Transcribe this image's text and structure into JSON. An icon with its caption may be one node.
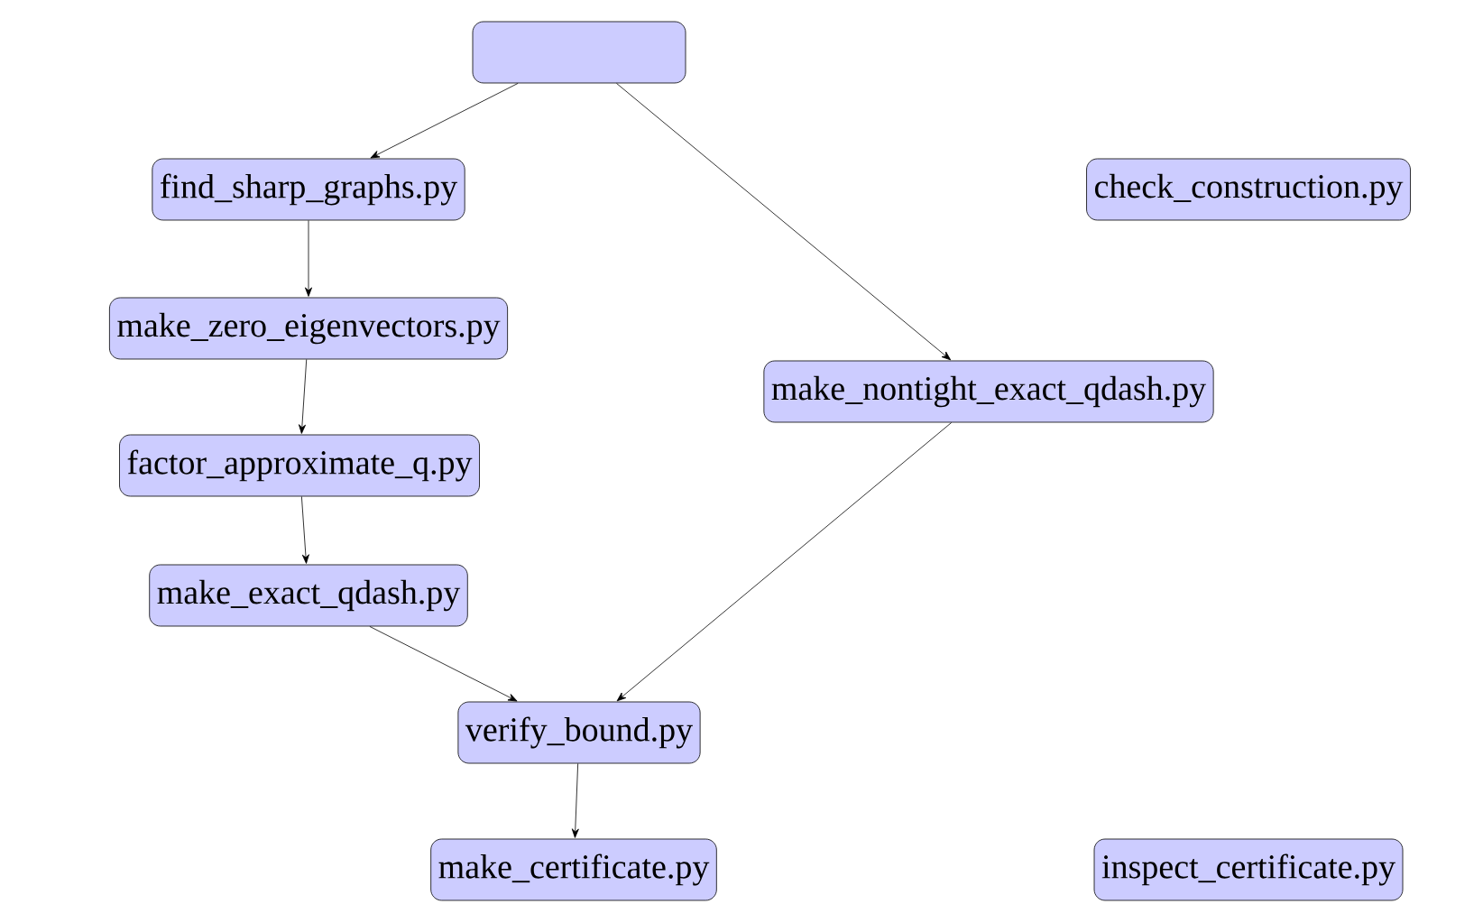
{
  "diagram": {
    "nodes": [
      {
        "text": [],
        "shape": "box"
      },
      {
        "text": [
          "find_sharp_graphs.py"
        ]
      },
      {
        "text": [
          "check_construction.py"
        ]
      },
      {
        "text": [
          "make_zero_eigenvectors.py"
        ]
      },
      {
        "text": [
          "make_nontight_exact_qdash.py"
        ]
      },
      {
        "text": [
          "factor_approximate_q.py"
        ]
      },
      {
        "text": [
          "make_exact_qdash.py"
        ]
      },
      {
        "text": [
          "verify_bound.py"
        ]
      },
      {
        "text": [
          "make_certificate.py"
        ]
      },
      {
        "text": [
          "inspect_certificate.py"
        ]
      }
    ],
    "edges": [
      {
        "from": 0,
        "to": 1,
        "arrow": "to"
      },
      {
        "from": 0,
        "to": 4,
        "arrow": "to"
      },
      {
        "from": 1,
        "to": 3,
        "arrow": "to"
      },
      {
        "from": 3,
        "to": 5,
        "arrow": "to"
      },
      {
        "from": 5,
        "to": 6,
        "arrow": "to"
      },
      {
        "from": 6,
        "to": 7,
        "arrow": "to"
      },
      {
        "from": 4,
        "to": 7,
        "arrow": "to"
      },
      {
        "from": 7,
        "to": 8,
        "arrow": "to"
      }
    ]
  }
}
